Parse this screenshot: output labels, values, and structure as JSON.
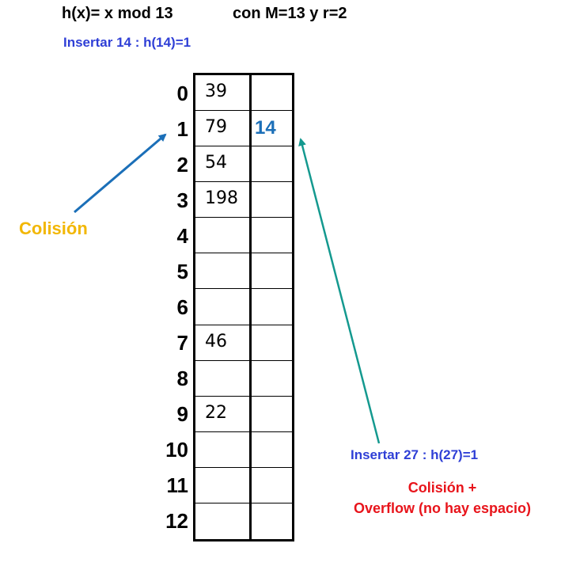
{
  "title": {
    "hash_function": "h(x)= x mod 13",
    "parameters": "con M=13 y r=2"
  },
  "insert_14_label": "Insertar 14 : h(14)=1",
  "collision_label": "Colisión",
  "insert_27_label": "Insertar 27 : h(27)=1",
  "collision_overflow": {
    "line1": "Colisión +",
    "line2": "Overflow (no hay espacio)"
  },
  "table": {
    "rows": [
      {
        "index": "0",
        "slot1": "39",
        "slot2": ""
      },
      {
        "index": "1",
        "slot1": "79",
        "slot2": "14"
      },
      {
        "index": "2",
        "slot1": "54",
        "slot2": ""
      },
      {
        "index": "3",
        "slot1": "198",
        "slot2": ""
      },
      {
        "index": "4",
        "slot1": "",
        "slot2": ""
      },
      {
        "index": "5",
        "slot1": "",
        "slot2": ""
      },
      {
        "index": "6",
        "slot1": "",
        "slot2": ""
      },
      {
        "index": "7",
        "slot1": "46",
        "slot2": ""
      },
      {
        "index": "8",
        "slot1": "",
        "slot2": ""
      },
      {
        "index": "9",
        "slot1": "22",
        "slot2": ""
      },
      {
        "index": "10",
        "slot1": "",
        "slot2": ""
      },
      {
        "index": "11",
        "slot1": "",
        "slot2": ""
      },
      {
        "index": "12",
        "slot1": "",
        "slot2": ""
      }
    ]
  },
  "colors": {
    "insert_label": "#2f3fd6",
    "collision_label": "#f2b705",
    "overflow_label": "#e8141b",
    "overflow_value": "#1b6fb8",
    "arrow_collision": "#1b6fb8",
    "arrow_insert27": "#14998f"
  }
}
